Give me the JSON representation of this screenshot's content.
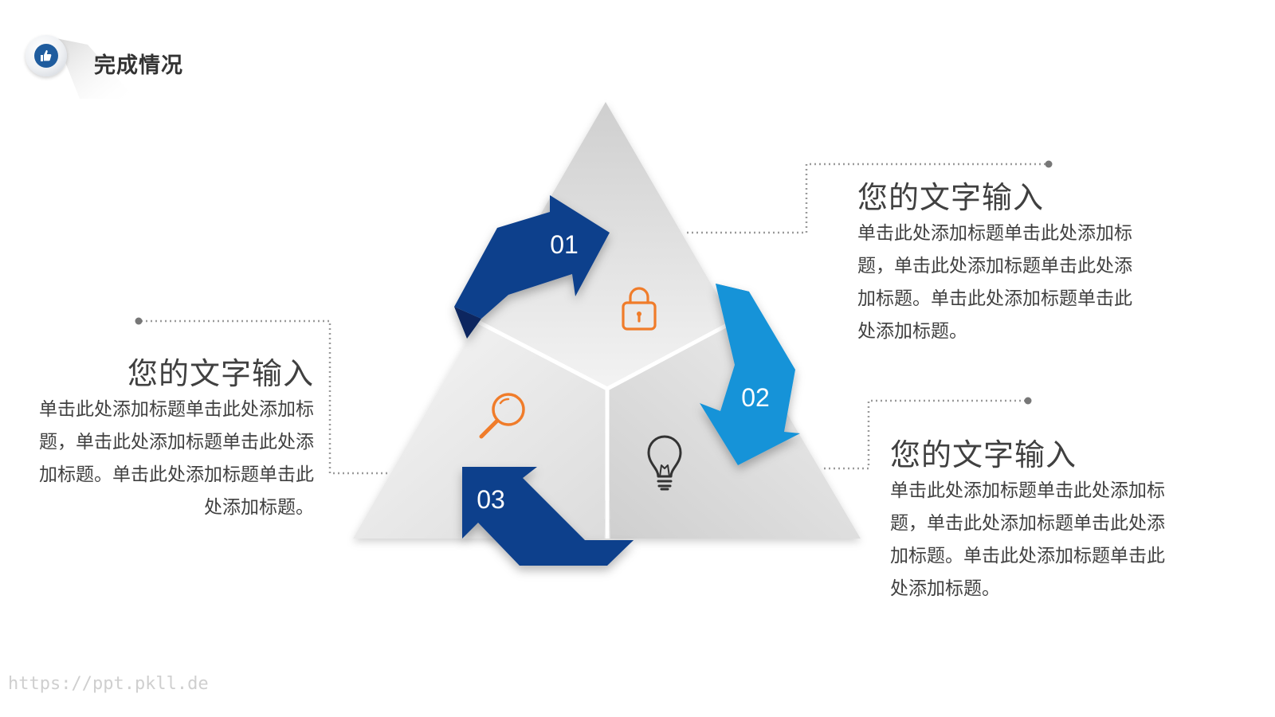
{
  "header": {
    "title": "完成情况",
    "icon": "thumbs-up-icon",
    "accent": "#1f5c9e"
  },
  "diagram": {
    "steps": [
      {
        "number": "01",
        "icon": "padlock-icon",
        "arrow_color": "#0d3f8c"
      },
      {
        "number": "02",
        "icon": "lightbulb-icon",
        "arrow_color": "#1793d8"
      },
      {
        "number": "03",
        "icon": "magnifier-icon",
        "arrow_color": "#0d3f8c"
      }
    ],
    "icon_color_orange": "#f07c2a",
    "icon_color_dark": "#333333"
  },
  "blocks": {
    "left": {
      "title": "您的文字输入",
      "body": "单击此处添加标题单击此处添加标题，单击此处添加标题单击此处添加标题。单击此处添加标题单击此处添加标题。"
    },
    "right_top": {
      "title": "您的文字输入",
      "body": "单击此处添加标题单击此处添加标题，单击此处添加标题单击此处添加标题。单击此处添加标题单击此处添加标题。"
    },
    "right_bottom": {
      "title": "您的文字输入",
      "body": "单击此处添加标题单击此处添加标题，单击此处添加标题单击此处添加标题。单击此处添加标题单击此处添加标题。"
    }
  },
  "footer": {
    "url": "https://ppt.pkll.de"
  }
}
